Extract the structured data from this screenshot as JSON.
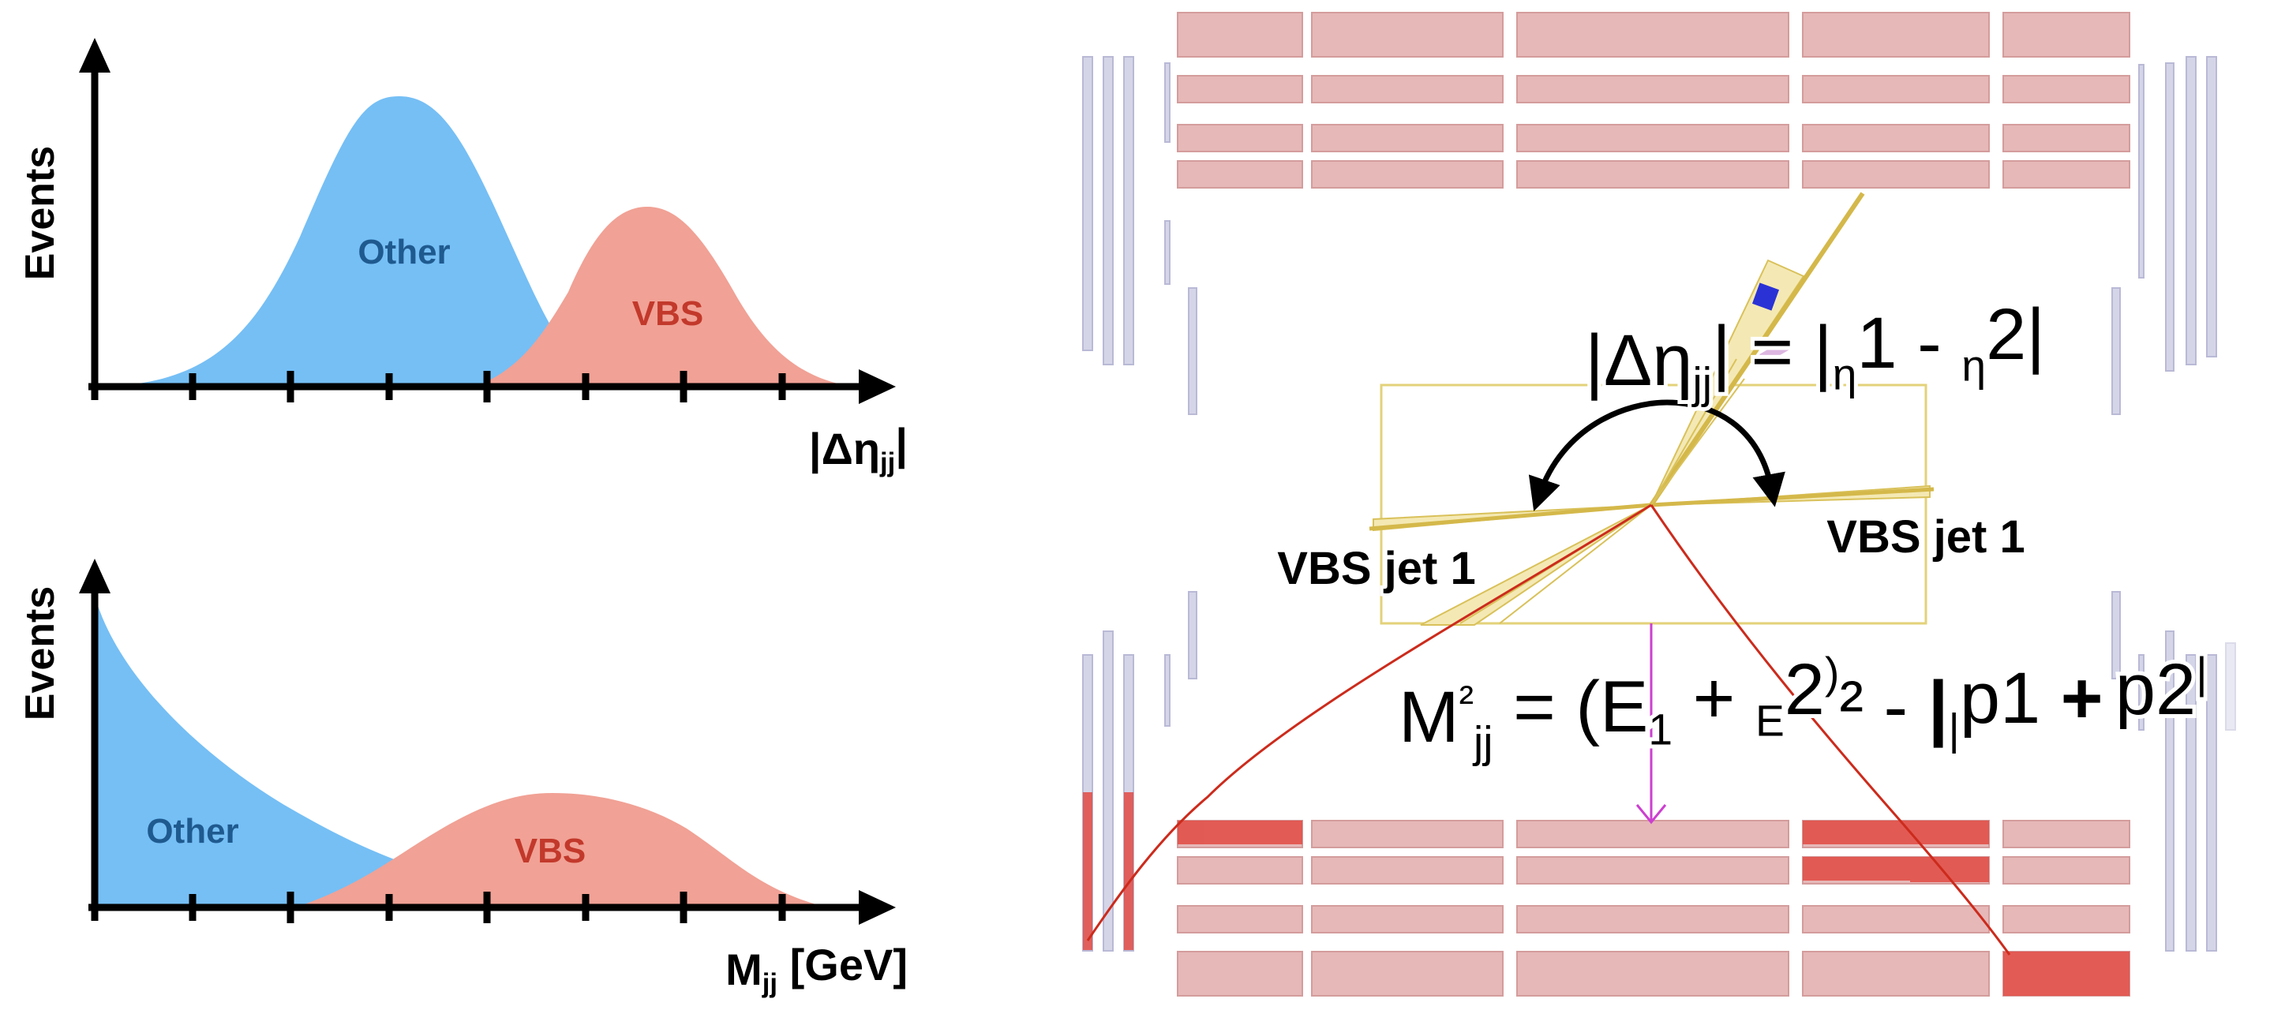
{
  "colors": {
    "other_fill": "#75bff5",
    "other_text": "#1f5a8f",
    "vbs_fill": "#f1a195",
    "vbs_text": "#c2392b",
    "axis": "#000000",
    "module_fill": "#e6b8b8",
    "module_stroke": "#d59c9c",
    "module_hit": "#e24a43",
    "detector_bars": "#d2d2e6",
    "track": "#cc2b1c",
    "jet": "#dcc55a",
    "jet_fill": "#f4e9b4",
    "box_stroke": "#e3d27a",
    "magenta": "#cc3fd0",
    "blue_hit": "#2a32d6"
  },
  "top_plot": {
    "y_label": "Events",
    "x_label": "|Δηjj|",
    "other_label": "Other",
    "vbs_label": "VBS"
  },
  "bottom_plot": {
    "y_label": "Events",
    "x_label": "Mjj [GeV]",
    "other_label": "Other",
    "vbs_label": "VBS"
  },
  "event_display": {
    "jet_label_left": "VBS jet 1",
    "jet_label_right": "VBS jet 1",
    "delta_eta_equation": "|Δηjj| = |η1 - η2|",
    "mass_equation": "M²jj = (E1 + E2)² - ||p1 + p2||²"
  }
}
